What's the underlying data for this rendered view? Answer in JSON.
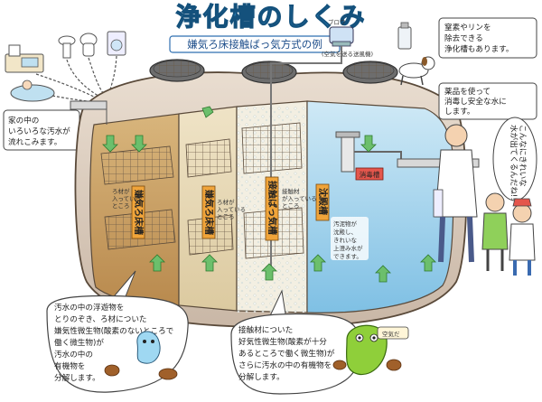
{
  "title": "浄化槽のしくみ",
  "subtitle": "嫌気ろ床接触ばっ気方式の例",
  "blower_label": "ブロワ",
  "blower_caption": "(空気を送る送風機)",
  "info_boxes": {
    "nitrogen": [
      "窒素やリンを",
      "除去できる",
      "浄化槽もあります。"
    ],
    "disinfect": [
      "薬品を使って",
      "消毒し安全な水に",
      "します。"
    ],
    "household": [
      "家の中の",
      "いろいろな汚水が",
      "流れこみます。"
    ],
    "speech": [
      "こんなにきれいな",
      "水が出てくるんだね!!"
    ]
  },
  "tanks": {
    "anaerobic1": "嫌気ろ床槽",
    "anaerobic2": "嫌気ろ床槽",
    "contact": "接触ばっ気槽",
    "settling": "沈殿槽",
    "disinfection": "消毒槽"
  },
  "tank_notes": {
    "media1": [
      "ろ材が",
      "入っている",
      "ところ"
    ],
    "media2": [
      "ろ材が",
      "入っている",
      "ところ"
    ],
    "contact_media": [
      "接触材",
      "が入っている",
      "ところ"
    ],
    "settle_note": [
      "汚泥物が",
      "沈殿し、",
      "きれいな",
      "上澄み水が",
      "できます。"
    ]
  },
  "bubble_left": [
    "汚水の中の浮遊物を",
    "とりのぞき、ろ材についた",
    "嫌気性微生物(酸素のないところで",
    "働く微生物)が",
    "汚水の中の",
    "有機物を",
    "分解します。"
  ],
  "bubble_right": [
    "接触材についた",
    "好気性微生物(酸素が十分",
    "あるところで働く微生物)が",
    "さらに汚水の中の有機物を",
    "分解します。"
  ],
  "air_label": "空気だ",
  "colors": {
    "title_blue": "#2e8fd0",
    "tank_brown": "#c49a5a",
    "water_blue": "#9fd0ea",
    "label_orange": "#f0a43a",
    "label_red": "#e4564c"
  }
}
